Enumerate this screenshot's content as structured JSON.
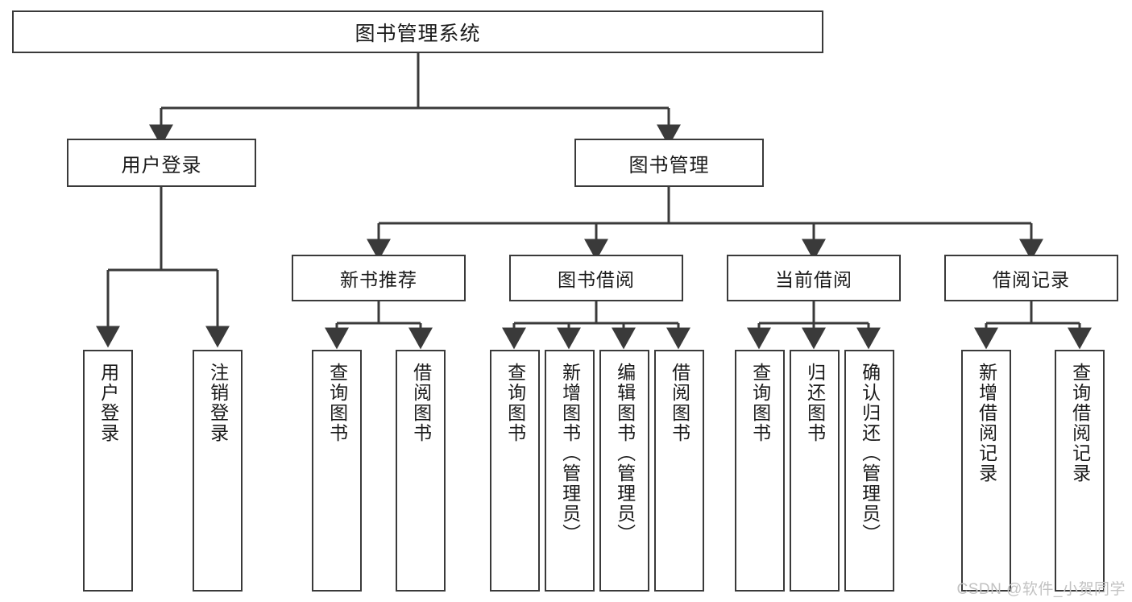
{
  "diagram": {
    "title": "图书管理系统",
    "type": "hierarchy-tree",
    "colors": {
      "box_border": "#3a3a3a",
      "box_fill": "#ffffff",
      "edge": "#3a3a3a",
      "text": "#1a1a1a",
      "watermark": "#c2c2c2"
    },
    "root": {
      "label": "图书管理系统"
    },
    "level1": [
      {
        "label": "用户登录"
      },
      {
        "label": "图书管理"
      }
    ],
    "level2": [
      {
        "label": "新书推荐"
      },
      {
        "label": "图书借阅"
      },
      {
        "label": "当前借阅"
      },
      {
        "label": "借阅记录"
      }
    ],
    "leaves": {
      "user_login": [
        {
          "label": "用户登录"
        },
        {
          "label": "注销登录"
        }
      ],
      "new_book_recommend": [
        {
          "label": "查询图书"
        },
        {
          "label": "借阅图书"
        }
      ],
      "book_borrow": [
        {
          "label": "查询图书"
        },
        {
          "label": "新增图书（管理员）"
        },
        {
          "label": "编辑图书（管理员）"
        },
        {
          "label": "借阅图书"
        }
      ],
      "current_borrow": [
        {
          "label": "查询图书"
        },
        {
          "label": "归还图书"
        },
        {
          "label": "确认归还（管理员）"
        }
      ],
      "borrow_record": [
        {
          "label": "新增借阅记录"
        },
        {
          "label": "查询借阅记录"
        }
      ]
    }
  },
  "watermark": {
    "text": "CSDN @软件_小贺同学"
  }
}
